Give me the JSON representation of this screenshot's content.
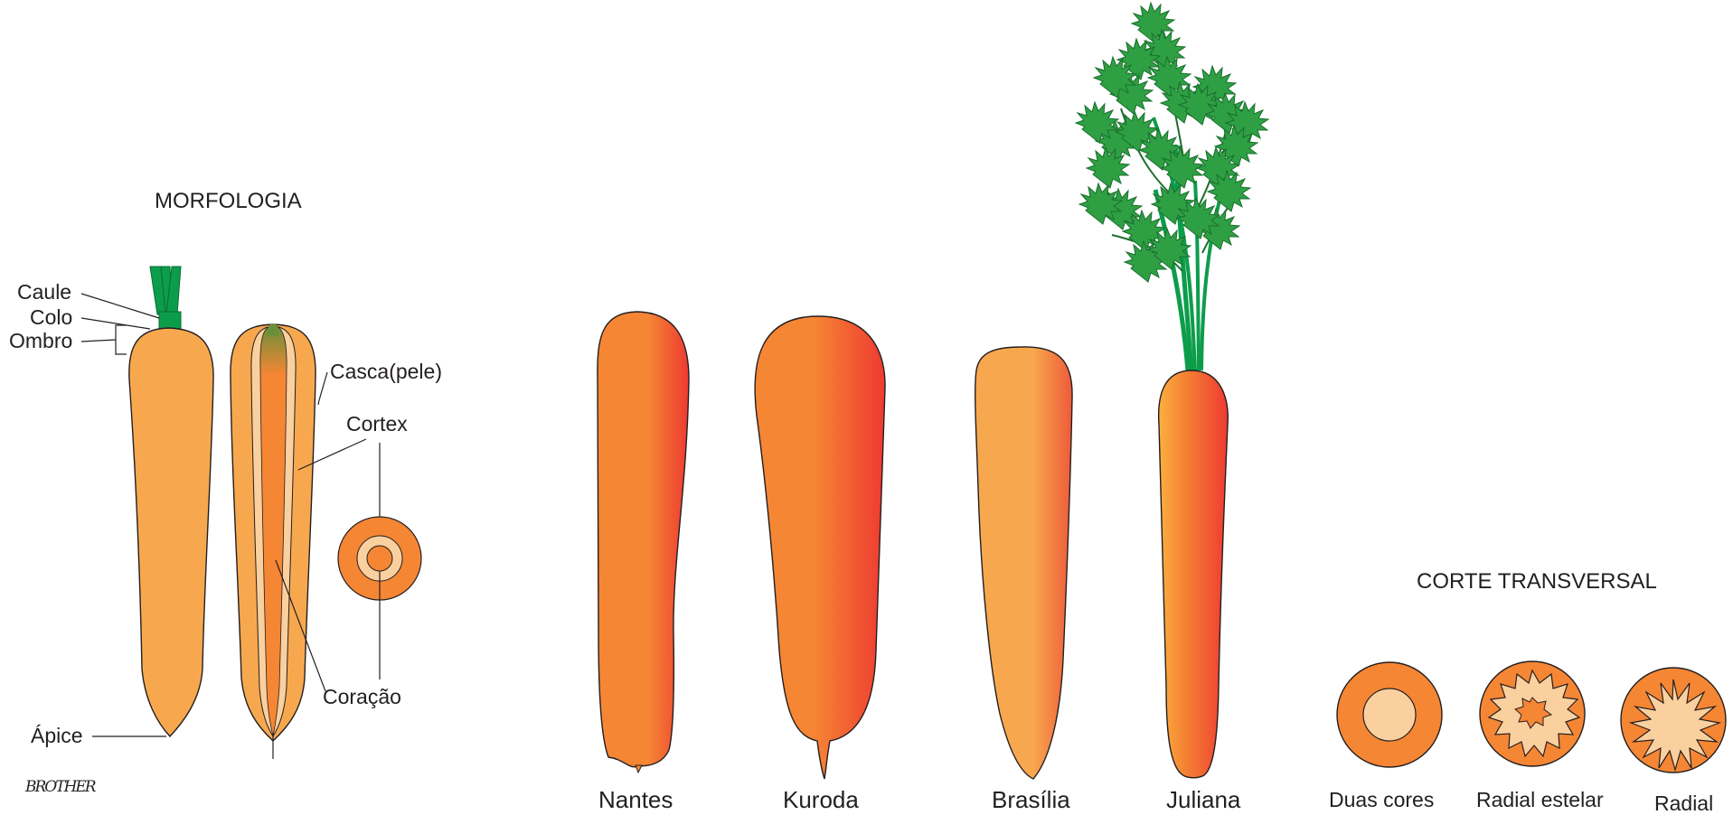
{
  "morphology": {
    "title": "MORFOLOGIA",
    "parts": {
      "caule": "Caule",
      "colo": "Colo",
      "ombro": "Ombro",
      "casca": "Casca(pele)",
      "cortex": "Cortex",
      "coracao": "Coração",
      "apice": "Ápice"
    },
    "signature": "BROTHER"
  },
  "varieties": [
    "Nantes",
    "Kuroda",
    "Brasília",
    "Juliana"
  ],
  "cross_section": {
    "title": "CORTE TRANSVERSAL",
    "types": [
      "Duas cores",
      "Radial estelar",
      "Radial"
    ]
  },
  "colors": {
    "carrot_light": "#f7a84e",
    "carrot_orange": "#f58634",
    "carrot_red": "#ee3a31",
    "core_pale": "#fbd09f",
    "stem_green": "#0c9d4b",
    "leaf_green": "#2ea043",
    "leaf_dark": "#1b6e2e",
    "outline": "#231f20"
  }
}
